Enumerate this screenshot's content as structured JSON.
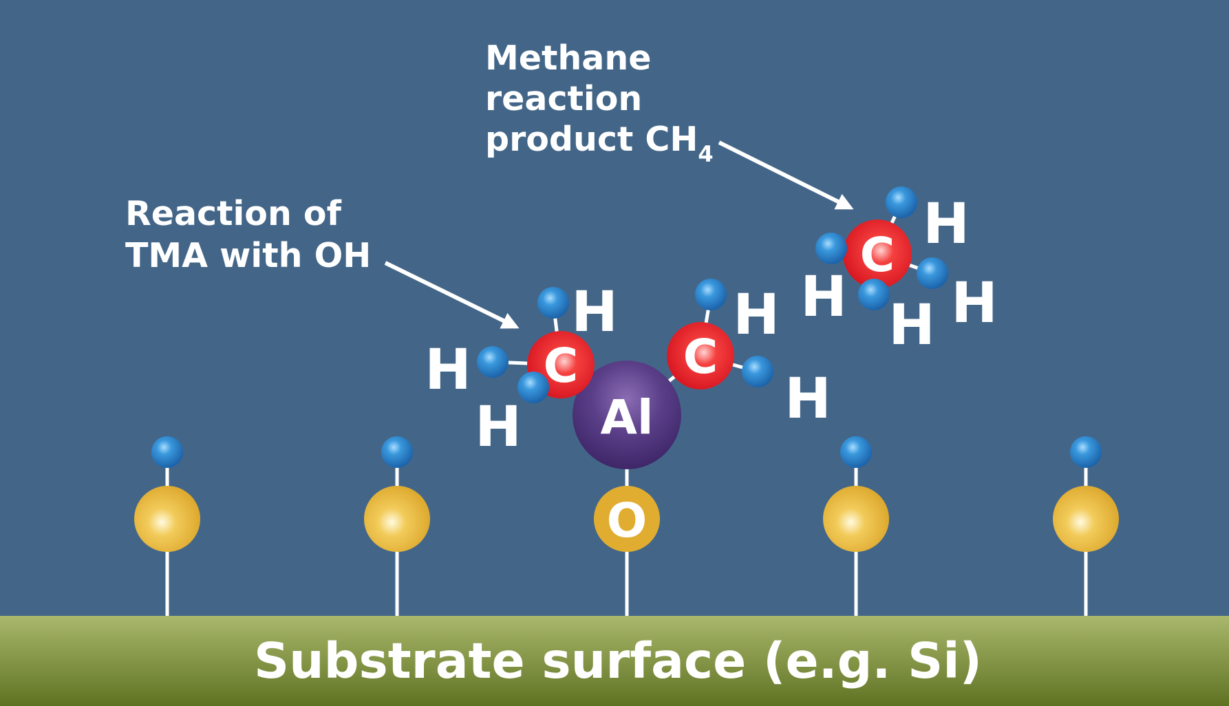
{
  "annotations": {
    "tma_line1": "Reaction of",
    "tma_line2": "TMA with OH",
    "methane_line1": "Methane",
    "methane_line2": "reaction",
    "methane_line3": "product CH",
    "methane_subscript": "4"
  },
  "atoms": {
    "aluminium": "Al",
    "oxygen": "O",
    "carbon": "C",
    "hydrogen": "H"
  },
  "substrate": {
    "label": "Substrate surface (e.g. Si)"
  },
  "colors": {
    "background": "#436688",
    "substrate_top": "#a8b76a",
    "substrate_bottom": "#5e7121",
    "oxygen_gold": "#e1ad30",
    "carbon_red": "#e8202a",
    "hydrogen_blue": "#2b86cf",
    "aluminium_purple": "#50377c",
    "bond_white": "#ffffff"
  }
}
